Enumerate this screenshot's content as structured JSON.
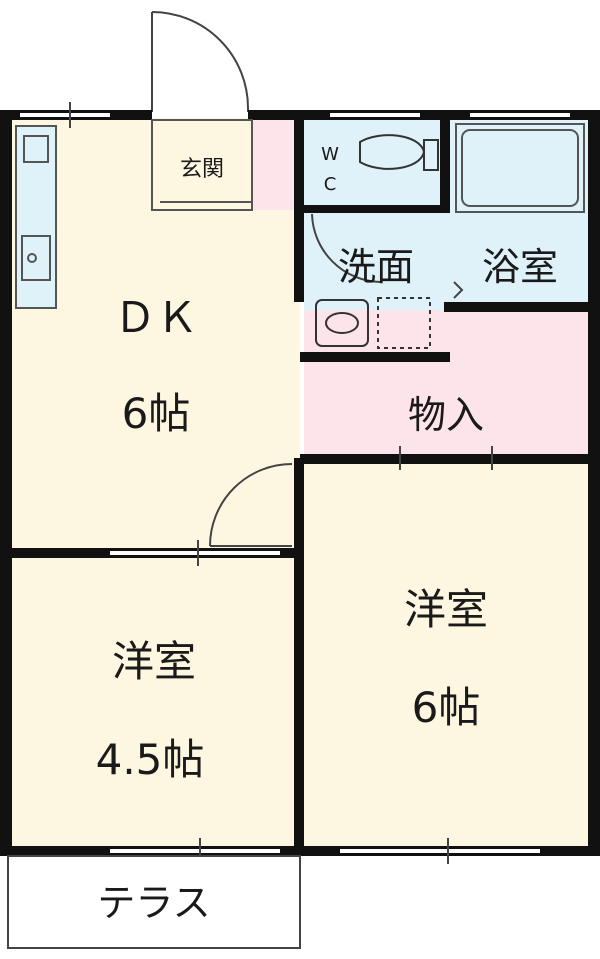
{
  "rooms": {
    "dk": {
      "name": "ＤＫ",
      "size": "6帖"
    },
    "genkan": {
      "name": "玄関"
    },
    "wc": {
      "line1": "W",
      "line2": "C"
    },
    "senmen": {
      "name": "洗面"
    },
    "yokushitsu": {
      "name": "浴室"
    },
    "monoire": {
      "name": "物入"
    },
    "yoshitsu_left": {
      "name": "洋室",
      "size": "4.5帖"
    },
    "yoshitsu_right": {
      "name": "洋室",
      "size": "6帖"
    },
    "terrace": {
      "name": "テラス"
    }
  },
  "colors": {
    "wall": "#111111",
    "tatami_floor": "#fdf6e0",
    "wet_area": "#dff2f9",
    "storage": "#fde4ea",
    "line": "#555555"
  }
}
